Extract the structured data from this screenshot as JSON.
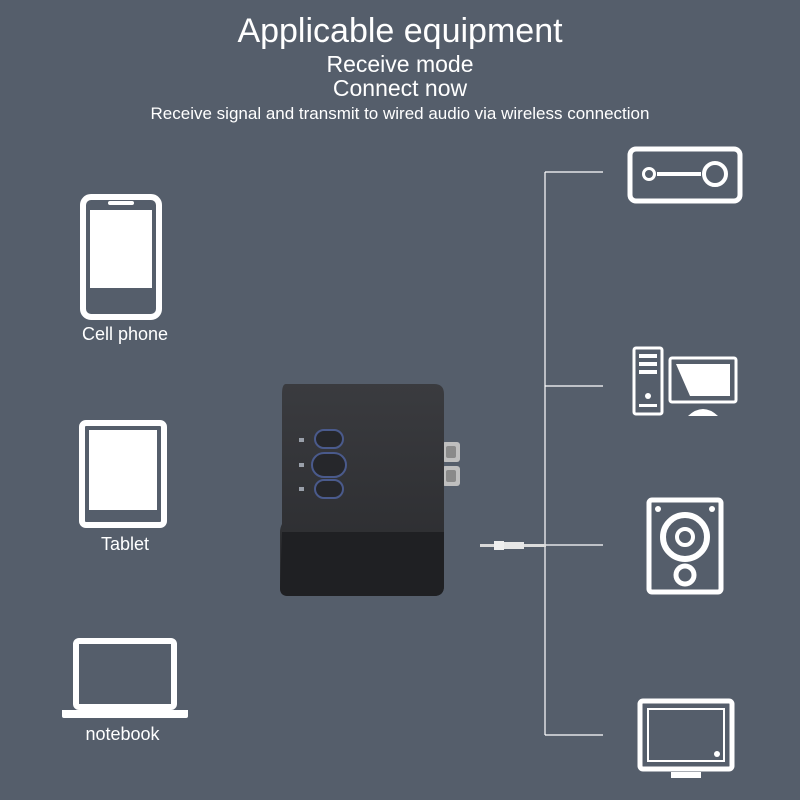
{
  "header": {
    "title": "Applicable equipment",
    "mode": "Receive mode",
    "action": "Connect now",
    "description": "Receive signal and transmit to wired audio via wireless connection"
  },
  "sources": [
    {
      "label": "Cell phone",
      "icon": "cell-phone-icon"
    },
    {
      "label": "Tablet",
      "icon": "tablet-icon"
    },
    {
      "label": "notebook",
      "icon": "notebook-icon"
    }
  ],
  "outputs": [
    {
      "icon": "amplifier-icon"
    },
    {
      "icon": "desktop-computer-icon"
    },
    {
      "icon": "speaker-icon"
    },
    {
      "icon": "tv-monitor-icon"
    }
  ],
  "colors": {
    "background": "#555e6b",
    "foreground": "#ffffff",
    "device": "#2b2b2e",
    "button_ring": "#4a5a8c"
  }
}
